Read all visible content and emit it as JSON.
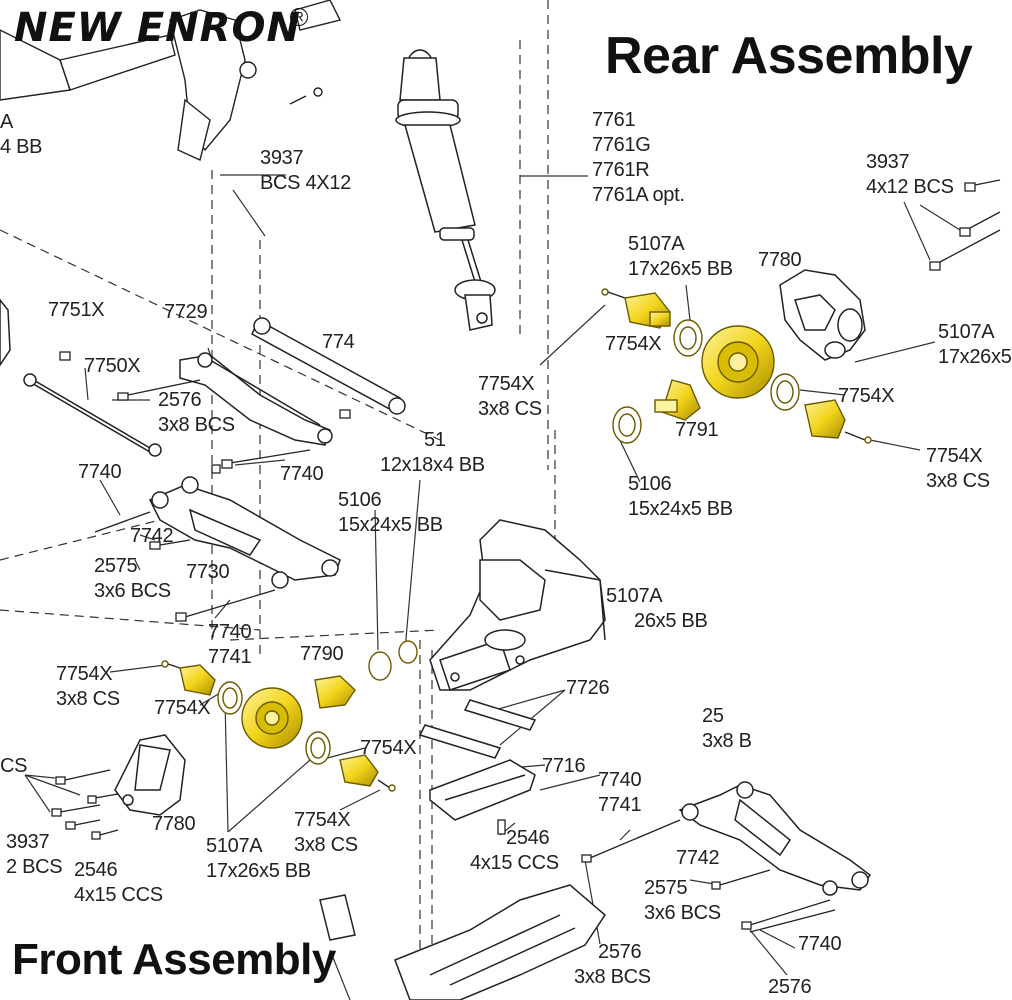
{
  "brand": {
    "logo_text": "NEW ENRON",
    "registered_mark": "R"
  },
  "titles": {
    "rear": "Rear Assembly",
    "front": "Front Assembly"
  },
  "callouts": {
    "c_3937_top": {
      "part": "3937",
      "spec": "BCS 4X12"
    },
    "c_7761": {
      "lines": [
        "7761",
        "7761G",
        "7761R",
        "7761A opt."
      ]
    },
    "c_3937_right": {
      "part": "3937",
      "spec": "4x12 BCS"
    },
    "c_7780_top": {
      "part": "7780"
    },
    "c_5107a_rear_top": {
      "part": "5107A",
      "spec": "17x26x5 BB"
    },
    "c_5107a_right": {
      "part": "5107A",
      "spec": "17x26x5"
    },
    "c_7754x_a": {
      "part": "7754X"
    },
    "c_7754x_b": {
      "part": "7754X",
      "spec": "3x8 CS"
    },
    "c_7754x_c": {
      "part": "7754X"
    },
    "c_7754x_d": {
      "part": "7754X",
      "spec": "3x8 CS"
    },
    "c_7791": {
      "part": "7791"
    },
    "c_5106_rear": {
      "part": "5106",
      "spec": "15x24x5 BB"
    },
    "c_partial_a": {
      "part": "A",
      "spec": "4 BB"
    },
    "c_7751x": {
      "part": "7751X"
    },
    "c_7729": {
      "part": "7729"
    },
    "c_7750x": {
      "part": "7750X"
    },
    "c_2576_a": {
      "part": "2576",
      "spec": "3x8 BCS"
    },
    "c_7740_a": {
      "part": "7740"
    },
    "c_7740_b": {
      "part": "7740"
    },
    "c_12x18": {
      "part": "51",
      "spec": "12x18x4 BB"
    },
    "c_5106_front": {
      "part": "5106",
      "spec": "15x24x5 BB"
    },
    "c_7742_a": {
      "part": "7742"
    },
    "c_2575_a": {
      "part": "2575",
      "spec": "3x6 BCS"
    },
    "c_7730": {
      "part": "7730"
    },
    "c_7740_7741_a": {
      "lines": [
        "7740",
        "7741"
      ]
    },
    "c_5107a_mid": {
      "part": "5107A",
      "spec": "26x5 BB"
    },
    "c_7790": {
      "part": "7790"
    },
    "c_7754x_e": {
      "part": "7754X",
      "spec": "3x8 CS"
    },
    "c_7754x_f": {
      "part": "7754X"
    },
    "c_7726": {
      "part": "7726"
    },
    "c_7754x_g": {
      "part": "7754X"
    },
    "c_7716": {
      "part": "7716"
    },
    "c_cs_left": {
      "part": "CS"
    },
    "c_7780_front": {
      "part": "7780"
    },
    "c_5107a_front": {
      "part": "5107A",
      "spec": "17x26x5 BB"
    },
    "c_7754x_h": {
      "part": "7754X",
      "spec": "3x8 CS"
    },
    "c_3937_front": {
      "part": "3937",
      "spec": "2 BCS"
    },
    "c_2546_a": {
      "part": "2546",
      "spec": "4x15 CCS"
    },
    "c_2546_b": {
      "part": "2546",
      "spec": "4x15 CCS"
    },
    "c_7740_7741_b": {
      "lines": [
        "7740",
        "7741"
      ]
    },
    "c_3x8_partial": {
      "part": "25",
      "spec": "3x8 B"
    },
    "c_7742_b": {
      "part": "7742"
    },
    "c_2575_b": {
      "part": "2575",
      "spec": "3x6 BCS"
    },
    "c_7740_c": {
      "part": "7740"
    },
    "c_2576_b": {
      "part": "2576",
      "spec": "3x8 BCS"
    },
    "c_2576_c": {
      "part": "2576"
    },
    "c_7740_partial": {
      "part": "774"
    }
  },
  "colors": {
    "line": "#222222",
    "part_highlight": "#f2d51a",
    "highlight_shadow": "#b39a00",
    "background": "#ffffff"
  }
}
